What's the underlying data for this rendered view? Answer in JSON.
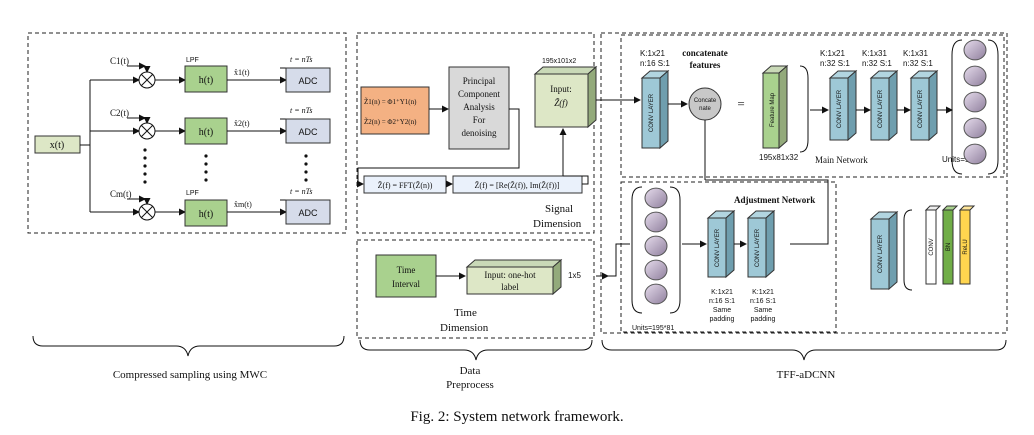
{
  "mwc": {
    "input": "x(t)",
    "channels": [
      {
        "mixer": "C1(t)",
        "lpf_title": "LPF",
        "lpf": "h(t)",
        "sample": "x̂1(t)",
        "tlabel": "t = nTs",
        "adc": "ADC"
      },
      {
        "mixer": "C2(t)",
        "lpf_title": "",
        "lpf": "h(t)",
        "sample": "x̂2(t)",
        "tlabel": "t = nTs",
        "adc": "ADC"
      },
      {
        "mixer": "Cm(t)",
        "lpf_title": "LPF",
        "lpf": "h(t)",
        "sample": "x̂m(t)",
        "tlabel": "t = nTs",
        "adc": "ADC"
      }
    ],
    "bottom_label": "Compressed sampling using MWC"
  },
  "preprocess": {
    "eq1": "Z̃1(n) = Φ1⁺Y1(n)",
    "eq2": "Z̃2(n) = Φ2⁺Y2(n)",
    "pca": [
      "Principal",
      "Component",
      "Analysis",
      "For",
      "denoising"
    ],
    "input_size": "195x101x2",
    "input_label": "Input:",
    "input_var": "Z̃(f)",
    "fft": "Z̃(f) = FFT(Z̃(n))",
    "reim": "Z̃(f) = [Re(Z̃(f)), Im(Z̃(f))]",
    "signal_dim": [
      "Signal",
      "Dimension"
    ],
    "time_interval": [
      "Time",
      "Interval"
    ],
    "onehot": [
      "Input:  one-hot",
      "label"
    ],
    "onehot_size": "1x5",
    "time_dim": [
      "Time",
      "Dimension"
    ],
    "bottom_label": [
      "Data",
      "Preprocess"
    ]
  },
  "tffa": {
    "k1": [
      "K:1x21",
      "n:16 S:1"
    ],
    "concat_title": [
      "concatenate",
      "features"
    ],
    "concat_node": [
      "Concate",
      "nate"
    ],
    "equals": "=",
    "feature_map": "Feature Map",
    "fm_size": "195x81x32",
    "k2": [
      "K:1x21",
      "n:32 S:1"
    ],
    "k3": [
      "K:1x31",
      "n:32 S:1"
    ],
    "k4": [
      "K:1x31",
      "n:32 S:1"
    ],
    "main_network": "Main Network",
    "units_main": "Units=195",
    "adjust_network": "Adjustment Network",
    "units_adj": "Units=195*81",
    "adj_k1": [
      "K:1x21",
      "n:16 S:1",
      "Same",
      "padding"
    ],
    "adj_k2": [
      "K:1x21",
      "n:16 S:1",
      "Same",
      "padding"
    ],
    "conv_layer": "CONV LAYER",
    "conv": "CONV",
    "bn": "BN",
    "relu": "ReLU",
    "bottom_label": "TFF-aDCNN"
  },
  "caption": "Fig. 2: System network framework."
}
